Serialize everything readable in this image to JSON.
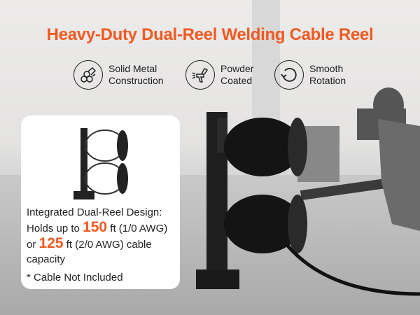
{
  "title": "Heavy-Duty Dual-Reel Welding Cable Reel",
  "features": [
    {
      "icon": "metal-rods-icon",
      "line1": "Solid Metal",
      "line2": "Construction"
    },
    {
      "icon": "spray-gun-icon",
      "line1": "Powder",
      "line2": "Coated"
    },
    {
      "icon": "rotation-icon",
      "line1": "Smooth",
      "line2": "Rotation"
    }
  ],
  "card": {
    "heading": "Integrated Dual-Reel Design:",
    "holds_prefix": "Holds up to",
    "length1": "150",
    "spec1": "ft (1/0 AWG)",
    "or": "or",
    "length2": "125",
    "spec2": "ft (2/0 AWG) cable",
    "capacity": "capacity",
    "note": "* Cable Not Included"
  },
  "colors": {
    "accent": "#f05a22"
  }
}
